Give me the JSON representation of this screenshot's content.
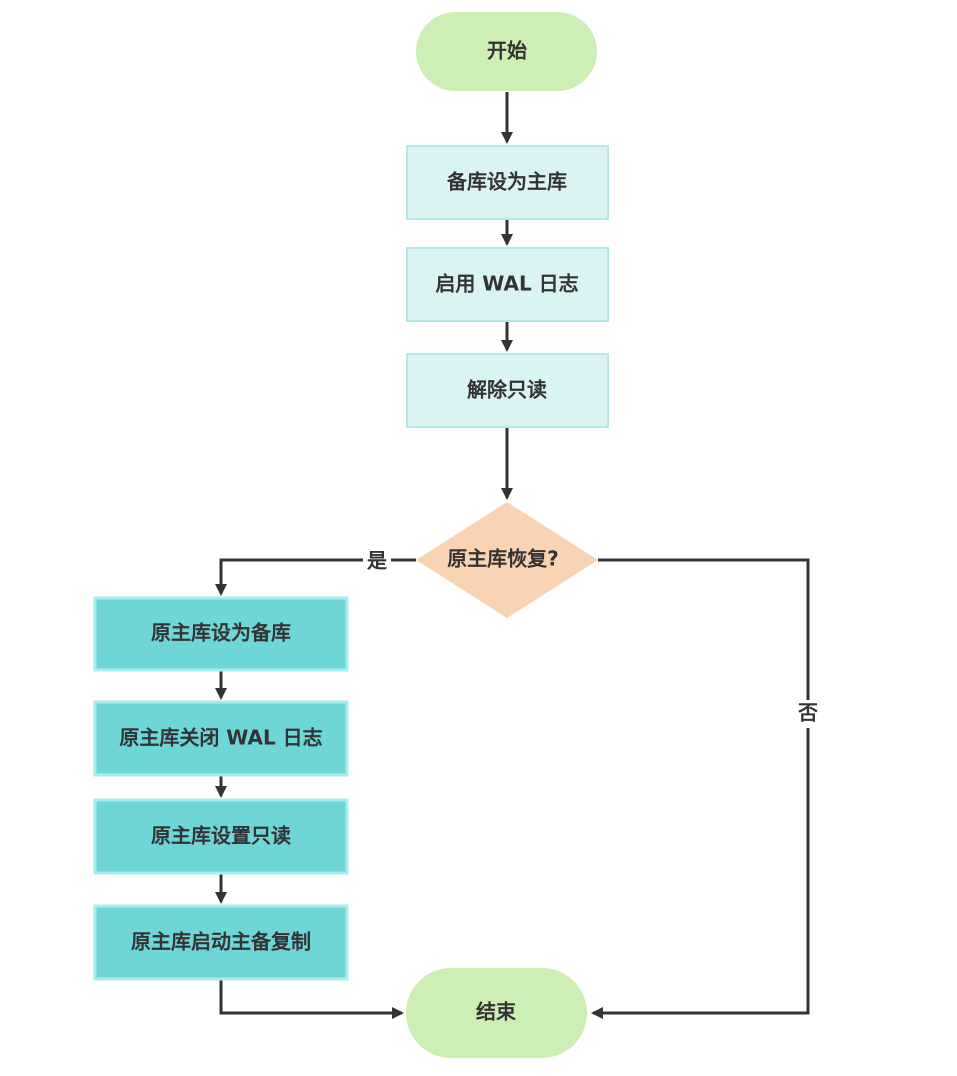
{
  "colors": {
    "terminal_fill": "#cdeeb5",
    "process_fill": "#daf4f4",
    "process_stroke": "#b6e6e6",
    "decision_fill": "#f8d4b4",
    "branch_fill": "#6fd6d6",
    "branch_stroke": "#a8ecec",
    "line": "#333333",
    "text": "#333333"
  },
  "nodes": {
    "start": {
      "label": "开始"
    },
    "step1": {
      "label": "备库设为主库"
    },
    "step2": {
      "label": "启用 WAL 日志"
    },
    "step3": {
      "label": "解除只读"
    },
    "decision": {
      "label": "原主库恢复?"
    },
    "branch1": {
      "label": "原主库设为备库"
    },
    "branch2": {
      "label": "原主库关闭 WAL 日志"
    },
    "branch3": {
      "label": "原主库设置只读"
    },
    "branch4": {
      "label": "原主库启动主备复制"
    },
    "end": {
      "label": "结束"
    }
  },
  "edges": {
    "yes_label": "是",
    "no_label": "否"
  }
}
